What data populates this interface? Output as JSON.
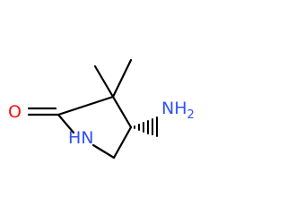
{
  "molecule": {
    "atoms": {
      "oxygen": {
        "symbol": "O",
        "color": "#ff0d0d"
      },
      "ring_nitrogen": {
        "symbol": "HN",
        "color": "#3050f8"
      },
      "amino_group": {
        "symbol": "NH",
        "subscript": "2",
        "color": "#3050f8"
      }
    },
    "bond_color": "#000000",
    "stereo_bond": "hashed-wedge"
  }
}
